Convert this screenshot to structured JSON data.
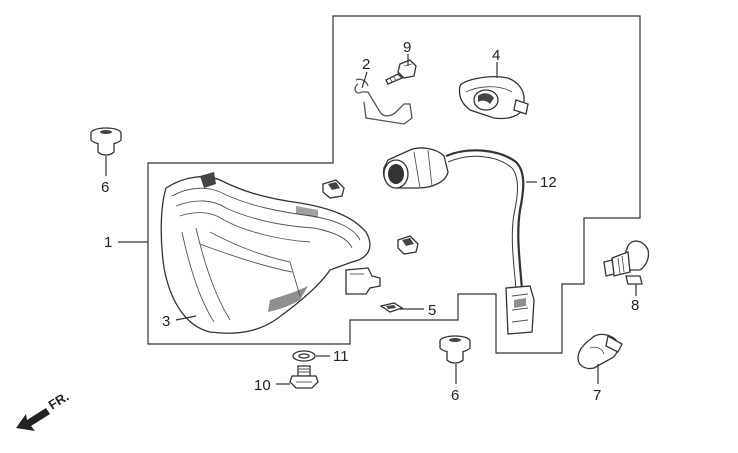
{
  "callouts": [
    {
      "id": "1",
      "label": "1"
    },
    {
      "id": "2",
      "label": "2"
    },
    {
      "id": "3",
      "label": "3"
    },
    {
      "id": "4",
      "label": "4"
    },
    {
      "id": "5",
      "label": "5"
    },
    {
      "id": "6a",
      "label": "6"
    },
    {
      "id": "6b",
      "label": "6"
    },
    {
      "id": "7",
      "label": "7"
    },
    {
      "id": "8",
      "label": "8"
    },
    {
      "id": "9",
      "label": "9"
    },
    {
      "id": "10",
      "label": "10"
    },
    {
      "id": "11",
      "label": "11"
    },
    {
      "id": "12",
      "label": "12"
    }
  ],
  "direction": {
    "label": "FR."
  },
  "colors": {
    "line": "#333333",
    "background": "#ffffff"
  }
}
